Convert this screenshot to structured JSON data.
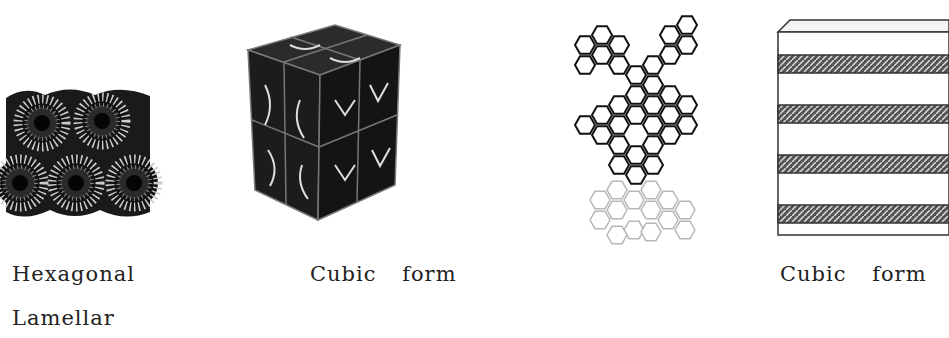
{
  "diagram": {
    "labels": [
      "Hexagonal",
      "Lamellar",
      "Cubic form",
      "Cubic form"
    ]
  }
}
